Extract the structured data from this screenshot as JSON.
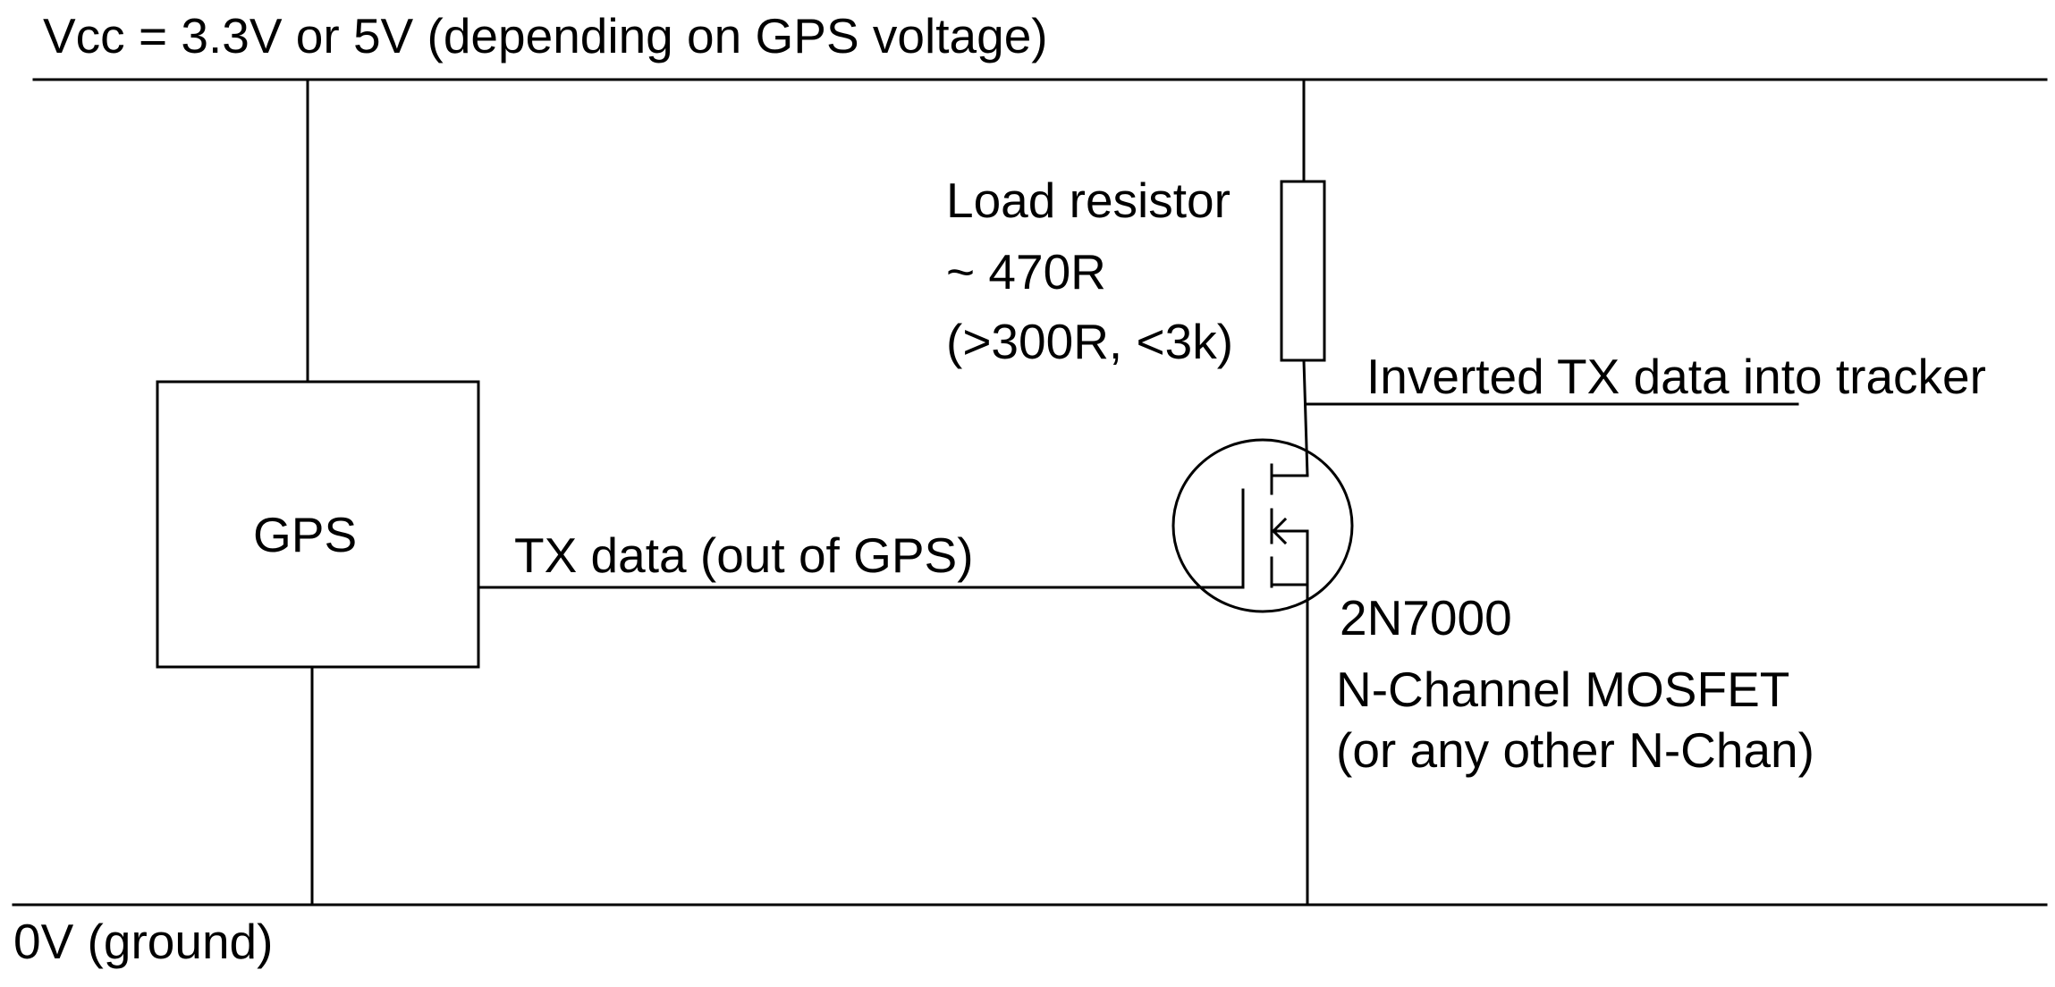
{
  "labels": {
    "supply_rail": "Vcc = 3.3V or 5V (depending on GPS voltage)",
    "ground_rail": "0V (ground)",
    "gps_block": "GPS",
    "tx_in": "TX data (out of GPS)",
    "tx_out": "Inverted TX data into tracker",
    "resistor": [
      "Load resistor",
      "~ 470R",
      "(>300R, <3k)"
    ],
    "mosfet": [
      "2N7000",
      "N-Channel MOSFET",
      "(or any other N-Chan)"
    ]
  },
  "colors": {
    "line": "#000000",
    "background": "#ffffff"
  }
}
